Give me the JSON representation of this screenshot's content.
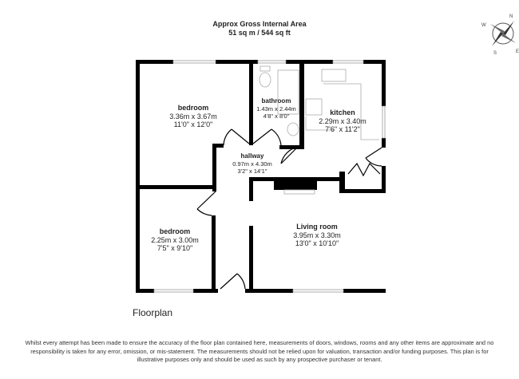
{
  "header": {
    "line1": "Approx Gross Internal Area",
    "line2": "51 sq m / 544 sq ft"
  },
  "compass": {
    "icon": "compass-rose-icon",
    "letters": [
      "N",
      "E",
      "S",
      "W"
    ]
  },
  "rooms": [
    {
      "name": "bedroom",
      "metric": "3.36m x 3.67m",
      "imperial": "11'0\" x 12'0\""
    },
    {
      "name": "bathroom",
      "metric": "1.43m x 2.44m",
      "imperial": "4'8\" x 8'0\""
    },
    {
      "name": "kitchen",
      "metric": "2.29m x 3.40m",
      "imperial": "7'6\" x 11'2\""
    },
    {
      "name": "hallway",
      "metric": "0.97m x 4.30m",
      "imperial": "3'2\" x 14'1\""
    },
    {
      "name": "bedroom",
      "metric": "2.25m x 3.00m",
      "imperial": "7'5\" x 9'10\""
    },
    {
      "name": "Living room",
      "metric": "3.95m x 3.30m",
      "imperial": "13'0\" x 10'10\""
    }
  ],
  "floorplan_title": "Floorplan",
  "disclaimer": "Whilst every attempt has been made to ensure the accuracy of the floor plan contained here, measurements of doors, windows, rooms and any other items are approximate and no responsibility is taken for any error, omission, or mis-statement. The measurements should not be relied upon for valuation, transaction and/or funding purposes. This plan is for illustrative purposes only and should be used as such by any prospective purchaser or tenant.",
  "colors": {
    "wall": "#000000",
    "fixture": "#999999"
  }
}
